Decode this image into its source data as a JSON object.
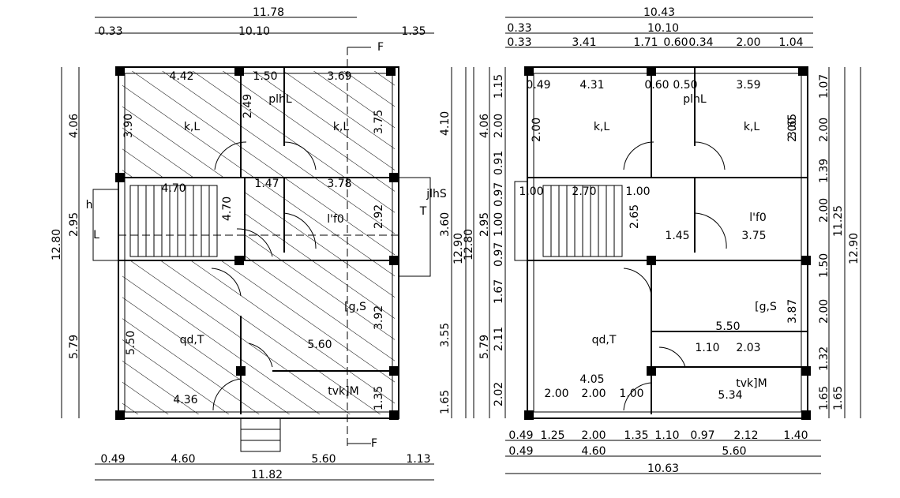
{
  "plans": {
    "left": {
      "top_overall": "11.78",
      "top_sub": [
        "0.33",
        "10.10",
        "1.35"
      ],
      "section_mark": "F",
      "bottom_sub": [
        "0.49",
        "4.60",
        "5.60",
        "1.13"
      ],
      "bottom_overall": "11.82",
      "left_dims": [
        "4.06",
        "2.95",
        "5.79",
        "12.80"
      ],
      "right_outer": [
        "4.10",
        "3.60",
        "3.55",
        "1.65",
        "12.90"
      ],
      "rooms": [
        "k,L",
        "k,L",
        "plhL",
        "l'f0",
        "qd,T",
        "[g,S",
        "tvk]M",
        "jlhS",
        "h"
      ],
      "inner_dims": [
        "4.42",
        "1.50",
        "3.69",
        "3.90",
        "2.49",
        "3.75",
        "4.70",
        "1.47",
        "3.78",
        "4.70",
        "2.92",
        "3.92",
        "5.50",
        "5.60",
        "4.36",
        "1.35",
        "T",
        "L"
      ]
    },
    "right": {
      "top_overall": "10.43",
      "top_mid": [
        "0.33",
        "10.10"
      ],
      "top_sub": [
        "0.33",
        "3.41",
        "1.71",
        "0.60",
        "0.34",
        "2.00",
        "1.04"
      ],
      "left_dims": [
        "4.06",
        "2.95",
        "5.79",
        "12.80"
      ],
      "left_inner": [
        "1.15",
        "2.00",
        "0.91",
        "0.97",
        "1.00",
        "0.97",
        "1.67",
        "2.11",
        "2.02"
      ],
      "right_inner": [
        "1.07",
        "2.00",
        "1.39",
        "2.00",
        "1.50",
        "2.00",
        "1.32",
        "1.65"
      ],
      "right_outer": [
        "11.25",
        "12.90",
        "1.65"
      ],
      "rooms": [
        "k,L",
        "k,L",
        "plhL",
        "l'f0",
        "qd,T",
        "[g,S",
        "tvk]M"
      ],
      "inner_dims": [
        "0.49",
        "4.31",
        "0.60",
        "0.50",
        "3.59",
        "2.00",
        "2.00",
        "1.00",
        "2.70",
        "1.00",
        "2.65",
        "1.45",
        "3.75",
        "5.50",
        "1.10",
        "2.03",
        "4.05",
        "2.00",
        "2.00",
        "1.00",
        "5.34",
        "3.65",
        "3.87"
      ],
      "bottom_sub": [
        "0.49",
        "1.25",
        "2.00",
        "1.35",
        "1.10",
        "0.97",
        "2.12",
        "1.40"
      ],
      "bottom_mid": [
        "0.49",
        "4.60",
        "5.60"
      ],
      "bottom_overall": "10.63"
    }
  }
}
